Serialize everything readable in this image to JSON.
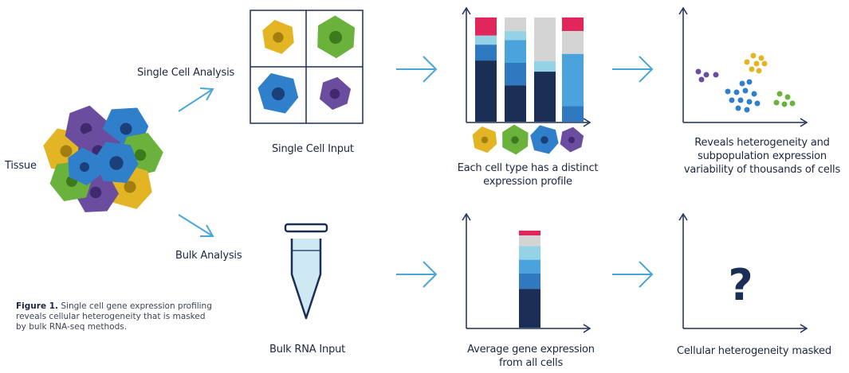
{
  "labels": {
    "tissue": "Tissue",
    "single_cell_analysis": "Single Cell Analysis",
    "bulk_analysis": "Bulk Analysis",
    "single_cell_input": "Single Cell Input",
    "bulk_rna_input": "Bulk RNA Input",
    "distinct_profile": "Each cell type has a distinct expression profile",
    "average_expression": "Average gene expression from all cells",
    "reveals_heterogeneity": "Reveals heterogeneity and subpopulation expression variability of thousands of cells",
    "heterogeneity_masked": "Cellular heterogeneity masked",
    "question_mark": "?"
  },
  "caption": {
    "figure_label": "Figure 1.",
    "text": "Single cell gene expression profiling reveals cellular heterogeneity that is masked by bulk RNA-seq methods."
  },
  "colors": {
    "yellow_cell": "#e3b423",
    "green_cell": "#6bb23c",
    "blue_cell": "#2f7fcb",
    "purple_cell": "#6b4da0",
    "navy": "#1b2e55",
    "mid_blue": "#2f79c0",
    "light_blue": "#4aa3dc",
    "pale_blue": "#94d3e6",
    "pink": "#e0265a",
    "grey": "#d4d4d4",
    "arrow": "#4aa6d8"
  },
  "single_cell_bars": [
    [
      {
        "c": "pink",
        "v": 0.16
      },
      {
        "c": "pale_blue",
        "v": 0.08
      },
      {
        "c": "mid_blue",
        "v": 0.14
      },
      {
        "c": "navy",
        "v": 0.54
      }
    ],
    [
      {
        "c": "grey",
        "v": 0.12
      },
      {
        "c": "pale_blue",
        "v": 0.08
      },
      {
        "c": "light_blue",
        "v": 0.2
      },
      {
        "c": "mid_blue",
        "v": 0.2
      },
      {
        "c": "navy",
        "v": 0.32
      }
    ],
    [
      {
        "c": "grey",
        "v": 0.42
      },
      {
        "c": "pale_blue",
        "v": 0.1
      },
      {
        "c": "navy",
        "v": 0.48
      }
    ],
    [
      {
        "c": "pink",
        "v": 0.13
      },
      {
        "c": "grey",
        "v": 0.22
      },
      {
        "c": "light_blue",
        "v": 0.5
      },
      {
        "c": "mid_blue",
        "v": 0.15
      }
    ]
  ],
  "bulk_bar": [
    {
      "c": "pink",
      "v": 0.05
    },
    {
      "c": "grey",
      "v": 0.11
    },
    {
      "c": "pale_blue",
      "v": 0.14
    },
    {
      "c": "light_blue",
      "v": 0.14
    },
    {
      "c": "mid_blue",
      "v": 0.16
    },
    {
      "c": "navy",
      "v": 0.4
    }
  ]
}
